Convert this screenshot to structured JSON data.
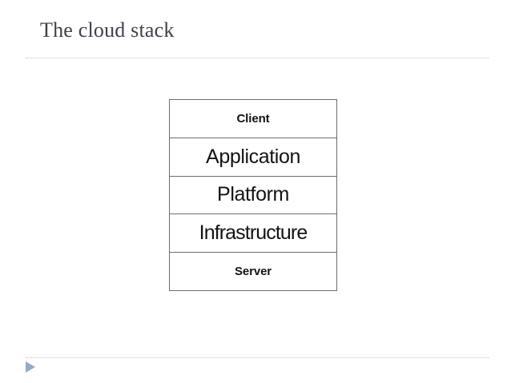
{
  "slide": {
    "title": "The cloud stack",
    "title_color": "#3f4149",
    "background_color": "#ffffff",
    "rule_color": "#b9c4d4",
    "marker_color": "#93aac6",
    "marker_icon": "triangle-right-icon"
  },
  "diagram": {
    "name": "cloud-stack-diagram",
    "type": "stacked-layers",
    "border_color": "#6e6e6e",
    "text_color": "#131313",
    "layers": [
      {
        "label": "Client",
        "emphasis": "small"
      },
      {
        "label": "Application",
        "emphasis": "large"
      },
      {
        "label": "Platform",
        "emphasis": "large"
      },
      {
        "label": "Infrastructure",
        "emphasis": "xlarge"
      },
      {
        "label": "Server",
        "emphasis": "small"
      }
    ]
  }
}
